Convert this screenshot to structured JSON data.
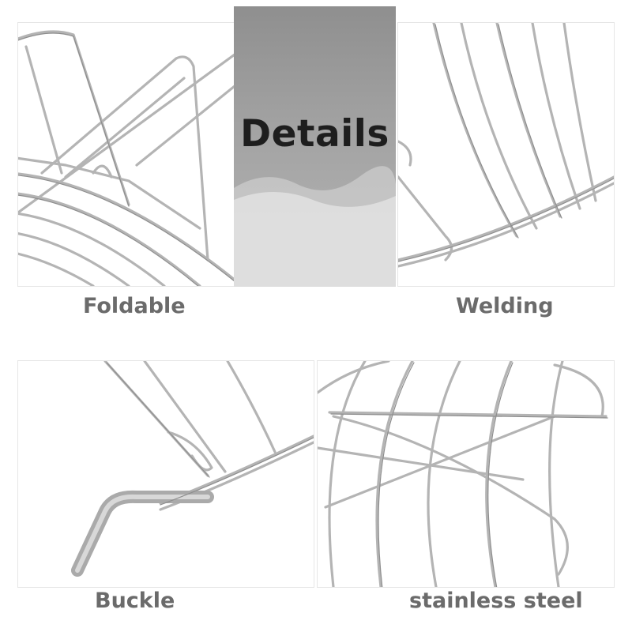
{
  "banner": {
    "title": "Details"
  },
  "panels": [
    {
      "caption": "Foldable",
      "icon": "folding-wire-rack"
    },
    {
      "caption": "Welding",
      "icon": "welded-wire-rack"
    },
    {
      "caption": "Buckle",
      "icon": "rack-buckle-hook"
    },
    {
      "caption": "stainless steel",
      "icon": "steel-wire-rack"
    }
  ],
  "colors": {
    "banner": "#a3a3a3",
    "caption": "#6b6b6b",
    "wire": "#b4b4b4",
    "title": "#1e1e1e"
  }
}
